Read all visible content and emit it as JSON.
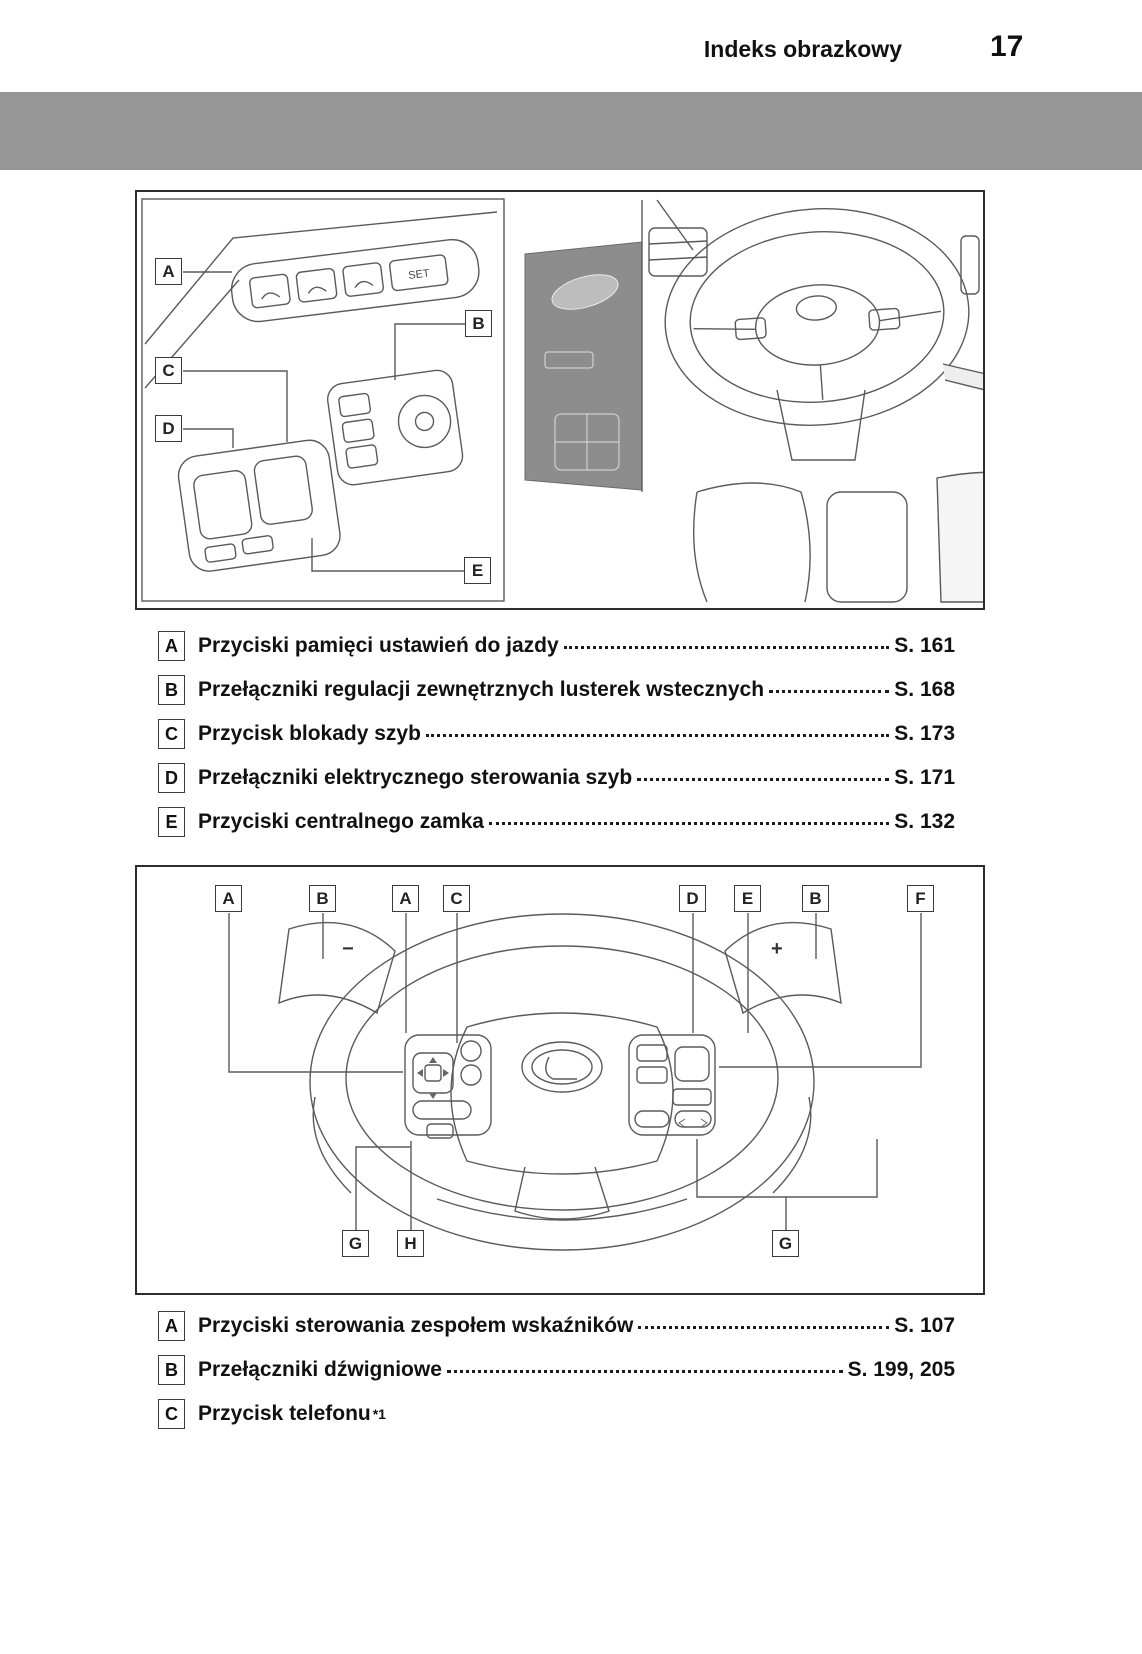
{
  "header": {
    "title": "Indeks obrazkowy",
    "page_number": "17"
  },
  "figure1": {
    "callouts": {
      "a": "A",
      "b": "B",
      "c": "C",
      "d": "D",
      "e": "E"
    },
    "set_label": "SET"
  },
  "legend1": [
    {
      "letter": "A",
      "label": "Przyciski pamięci ustawień do jazdy",
      "page": "S. 161"
    },
    {
      "letter": "B",
      "label": "Przełączniki regulacji zewnętrznych lusterek wstecznych",
      "page": "S. 168"
    },
    {
      "letter": "C",
      "label": "Przycisk blokady szyb",
      "page": "S. 173"
    },
    {
      "letter": "D",
      "label": "Przełączniki elektrycznego sterowania szyb",
      "page": "S. 171"
    },
    {
      "letter": "E",
      "label": "Przyciski centralnego zamka",
      "page": "S. 132"
    }
  ],
  "figure2": {
    "callouts_top": [
      "A",
      "B",
      "A",
      "C",
      "D",
      "E",
      "B",
      "F"
    ],
    "callouts_bottom": [
      "G",
      "H",
      "G"
    ],
    "paddle_minus": "−",
    "paddle_plus": "+"
  },
  "legend2": [
    {
      "letter": "A",
      "label": "Przyciski sterowania zespołem wskaźników",
      "page": "S. 107"
    },
    {
      "letter": "B",
      "label": "Przełączniki dźwigniowe",
      "page": "S. 199, 205"
    },
    {
      "letter": "C",
      "label": "Przycisk telefonu",
      "note": "*1",
      "page": ""
    }
  ]
}
